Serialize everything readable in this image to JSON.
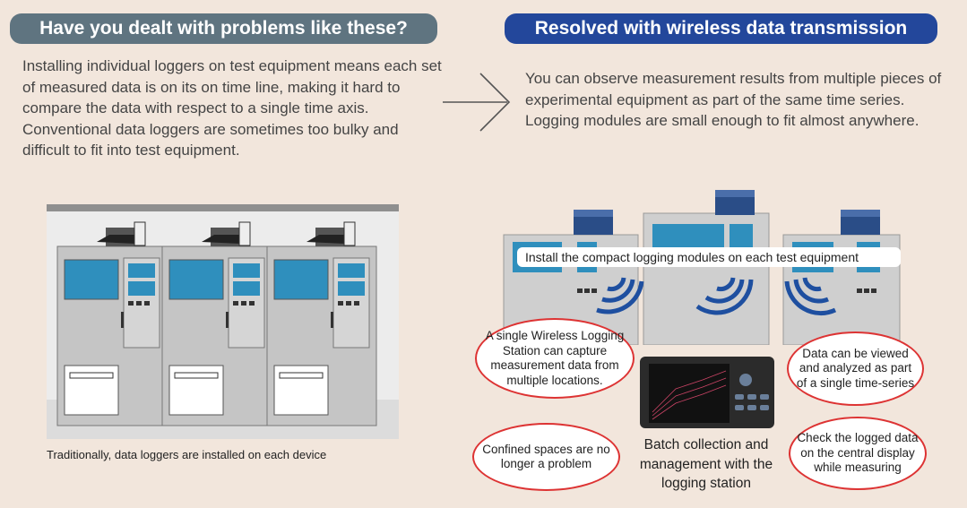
{
  "left_section": {
    "heading": "Have you dealt with problems like these?",
    "paragraph_1": "Installing individual loggers on test equipment means each set of measured data is on its on time line, making it hard to compare the data with respect to a single time axis.",
    "paragraph_2": "Conventional data loggers are sometimes too bulky and difficult to fit into test equipment.",
    "caption": "Traditionally, data loggers are installed on each device"
  },
  "right_section": {
    "heading": "Resolved with wireless data transmission",
    "paragraph_1": "You can observe measurement results from multiple pieces of experimental equipment as part of the same time series.",
    "paragraph_2": "Logging modules are small enough to fit almost anywhere.",
    "install_label": "Install the compact logging modules on each test equipment",
    "callouts": {
      "station": "A single Wireless Logging Station can capture measurement data from multiple locations.",
      "timeseries": "Data can be viewed and analyzed as part of a single time-series",
      "confined": "Confined spaces are no longer a problem",
      "check": "Check the logged data on the central display while measuring"
    },
    "batch_text": "Batch collection and management with the logging station"
  },
  "colors": {
    "background": "#f2e6dc",
    "left_heading": "#5f7480",
    "right_heading": "#23479b",
    "callout_border": "#dd3333",
    "wave": "#1e4fa0"
  }
}
